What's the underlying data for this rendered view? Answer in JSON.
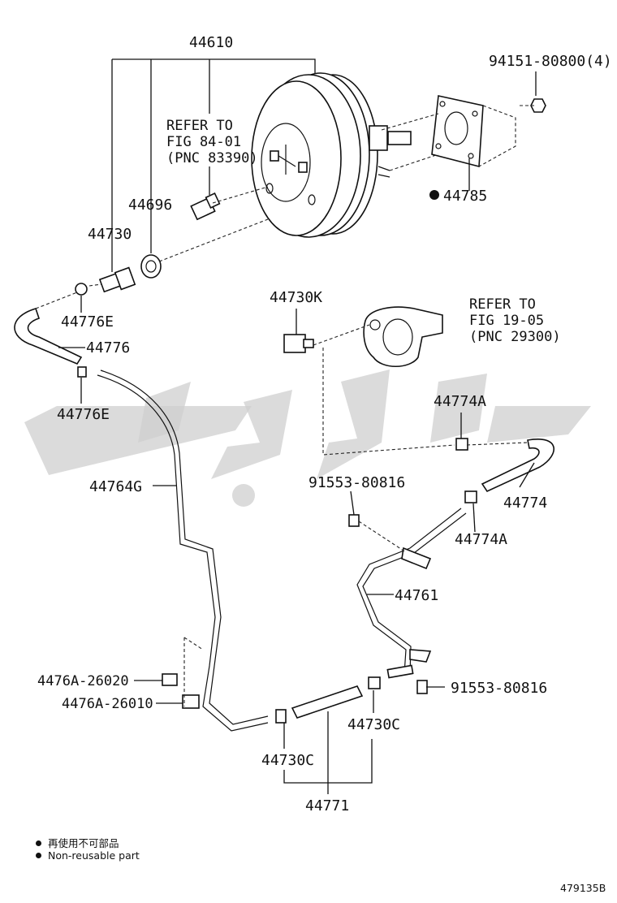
{
  "labels": {
    "p44610": "44610",
    "p94151": "94151-80800(4)",
    "refer1_a": "REFER TO",
    "refer1_b": "FIG 84-01",
    "refer1_c": "(PNC 83390)",
    "p44696": "44696",
    "p44730": "44730",
    "p44785": "44785",
    "p44776E_a": "44776E",
    "p44776": "44776",
    "p44776E_b": "44776E",
    "p44730K": "44730K",
    "refer2_a": "REFER TO",
    "refer2_b": "FIG 19-05",
    "refer2_c": "(PNC 29300)",
    "p44774A_a": "44774A",
    "p44764G": "44764G",
    "p91553_a": "91553-80816",
    "p44774": "44774",
    "p44774A_b": "44774A",
    "p44761": "44761",
    "p4476A_26020": "4476A-26020",
    "p4476A_26010": "4476A-26010",
    "p91553_b": "91553-80816",
    "p44730C_a": "44730C",
    "p44730C_b": "44730C",
    "p44771": "44771"
  },
  "legend": {
    "line1": "再使用不可部品",
    "line2": "Non-reusable part"
  },
  "diagram_id": "479135B"
}
